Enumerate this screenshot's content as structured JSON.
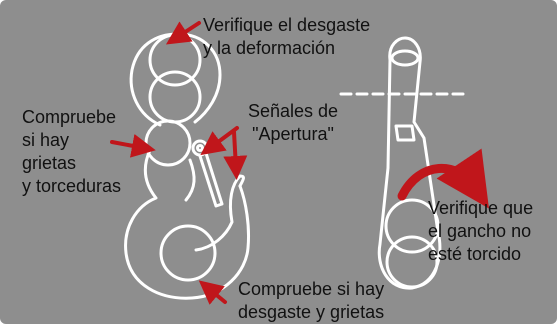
{
  "labels": {
    "wear_deformation": "Verifique el desgaste\ny la deformación",
    "cracks_twists": "Compruebe\nsi hay\ngrietas\ny torceduras",
    "opening_signs": "Señales de\n\"Apertura\"",
    "not_twisted": "Verifique que\nel gancho no\nesté torcido",
    "wear_cracks": "Compruebe si hay\ndesgaste y grietas"
  },
  "colors": {
    "background": "#8e8e8e",
    "hook_outline": "#ffffff",
    "arrow": "#c0161b",
    "text_light": "#ffffff",
    "text_dark": "#111111"
  }
}
